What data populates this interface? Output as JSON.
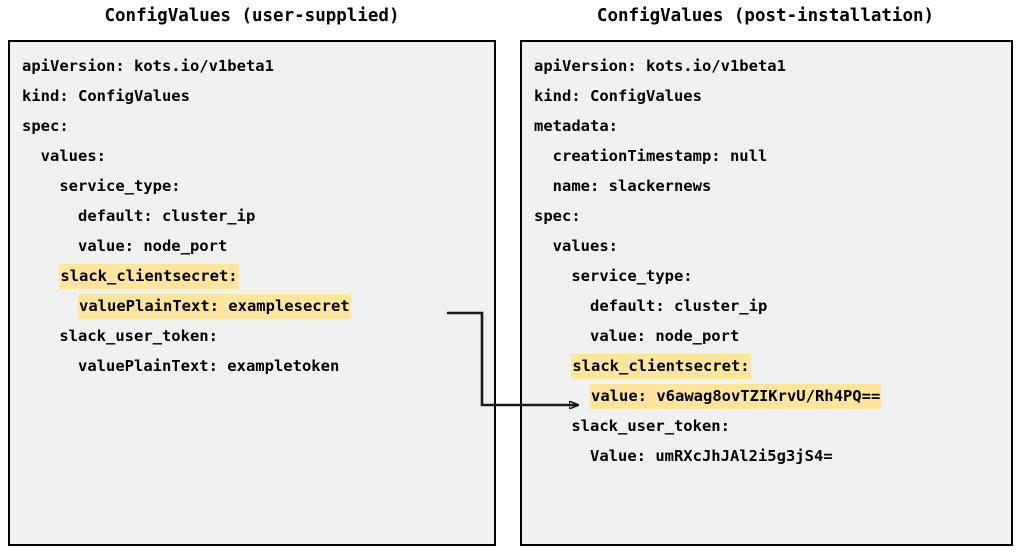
{
  "panels": [
    {
      "title": "ConfigValues (user-supplied)",
      "lines": [
        [
          {
            "text": "apiVersion: kots.io/v1beta1",
            "highlight": false
          }
        ],
        [
          {
            "text": "kind: ConfigValues",
            "highlight": false
          }
        ],
        [
          {
            "text": "spec:",
            "highlight": false
          }
        ],
        [
          {
            "text": "  values:",
            "highlight": false
          }
        ],
        [
          {
            "text": "    service_type:",
            "highlight": false
          }
        ],
        [
          {
            "text": "      default: cluster_ip",
            "highlight": false
          }
        ],
        [
          {
            "text": "      value: node_port",
            "highlight": false
          }
        ],
        [
          {
            "text": "    ",
            "highlight": false
          },
          {
            "text": "slack_clientsecret:",
            "highlight": true
          }
        ],
        [
          {
            "text": "      ",
            "highlight": false
          },
          {
            "text": "valuePlainText: examplesecret",
            "highlight": true
          }
        ],
        [
          {
            "text": "    slack_user_token:",
            "highlight": false
          }
        ],
        [
          {
            "text": "      valuePlainText: exampletoken",
            "highlight": false
          }
        ]
      ]
    },
    {
      "title": "ConfigValues (post-installation)",
      "lines": [
        [
          {
            "text": "apiVersion: kots.io/v1beta1",
            "highlight": false
          }
        ],
        [
          {
            "text": "kind: ConfigValues",
            "highlight": false
          }
        ],
        [
          {
            "text": "metadata:",
            "highlight": false
          }
        ],
        [
          {
            "text": "  creationTimestamp: null",
            "highlight": false
          }
        ],
        [
          {
            "text": "  name: slackernews",
            "highlight": false
          }
        ],
        [
          {
            "text": "spec:",
            "highlight": false
          }
        ],
        [
          {
            "text": "  values:",
            "highlight": false
          }
        ],
        [
          {
            "text": "    service_type:",
            "highlight": false
          }
        ],
        [
          {
            "text": "      default: cluster_ip",
            "highlight": false
          }
        ],
        [
          {
            "text": "      value: node_port",
            "highlight": false
          }
        ],
        [
          {
            "text": "    ",
            "highlight": false
          },
          {
            "text": "slack_clientsecret:",
            "highlight": true
          }
        ],
        [
          {
            "text": "      ",
            "highlight": false
          },
          {
            "text": "value: v6awag8ovTZIKrvU/Rh4PQ==",
            "highlight": true
          }
        ],
        [
          {
            "text": "    slack_user_token:",
            "highlight": false
          }
        ],
        [
          {
            "text": "      Value: umRXcJhJAl2i5g3jS4=",
            "highlight": false
          }
        ]
      ]
    }
  ],
  "connector": {
    "label": "encrypted-value-mapping-arrow",
    "color": "#1a1a1a"
  },
  "colors": {
    "highlight": "#ffe5a0",
    "box_background": "#f1f1f1",
    "box_border": "#000000",
    "text": "#000000",
    "page_background": "#ffffff"
  }
}
